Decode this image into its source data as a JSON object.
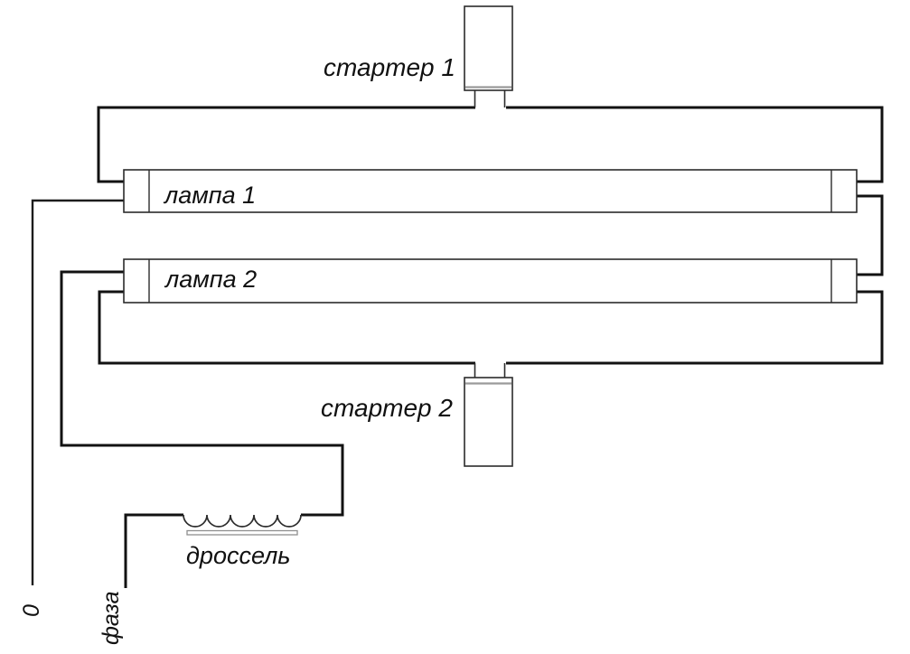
{
  "diagram": {
    "type": "wiring-schematic",
    "labels": {
      "starter1": "стартер 1",
      "starter2": "стартер 2",
      "lamp1": "лампа 1",
      "lamp2": "лампа 2",
      "choke": "дроссель",
      "neutral": "0",
      "phase": "фаза"
    },
    "colors": {
      "background": "#ffffff",
      "wire": "#121212",
      "component_outline": "#2b2b2b",
      "cap_gray": "#9a9a9a",
      "text": "#111111"
    }
  }
}
